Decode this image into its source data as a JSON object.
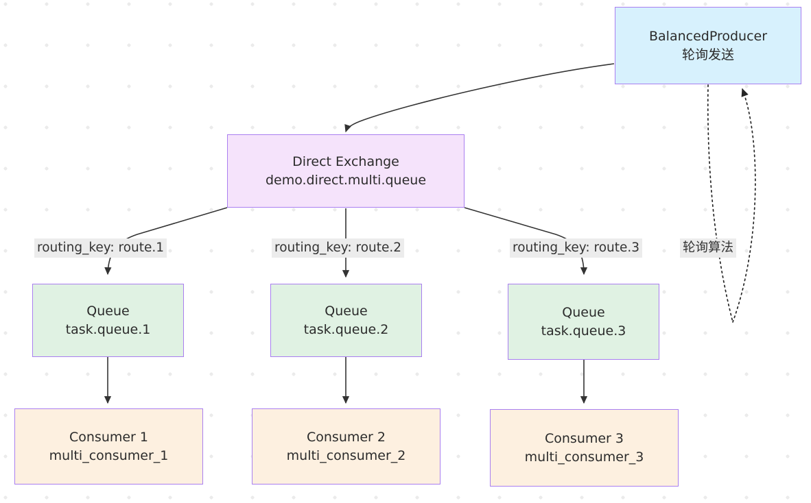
{
  "diagram": {
    "title": "RabbitMQ Direct Exchange multi-queue round-robin topology",
    "colors": {
      "producer_fill": "#d7f1fd",
      "exchange_fill": "#f5e3fb",
      "queue_fill": "#e0f2e3",
      "consumer_fill": "#fdf0e0",
      "node_border": "#a97ef0",
      "edge_stroke": "#333333",
      "label_bg": "#ececec",
      "grid_dot": "#ebebeb",
      "background": "#ffffff"
    },
    "nodes": {
      "producer": {
        "line1": "BalancedProducer",
        "line2": "轮询发送"
      },
      "exchange": {
        "line1": "Direct Exchange",
        "line2": "demo.direct.multi.queue"
      },
      "queues": [
        {
          "line1": "Queue",
          "line2": "task.queue.1"
        },
        {
          "line1": "Queue",
          "line2": "task.queue.2"
        },
        {
          "line1": "Queue",
          "line2": "task.queue.3"
        }
      ],
      "consumers": [
        {
          "line1": "Consumer 1",
          "line2": "multi_consumer_1"
        },
        {
          "line1": "Consumer 2",
          "line2": "multi_consumer_2"
        },
        {
          "line1": "Consumer 3",
          "line2": "multi_consumer_3"
        }
      ]
    },
    "edge_labels": {
      "routing_1": "routing_key: route.1",
      "routing_2": "routing_key: route.2",
      "routing_3": "routing_key: route.3",
      "round_robin": "轮询算法"
    }
  }
}
